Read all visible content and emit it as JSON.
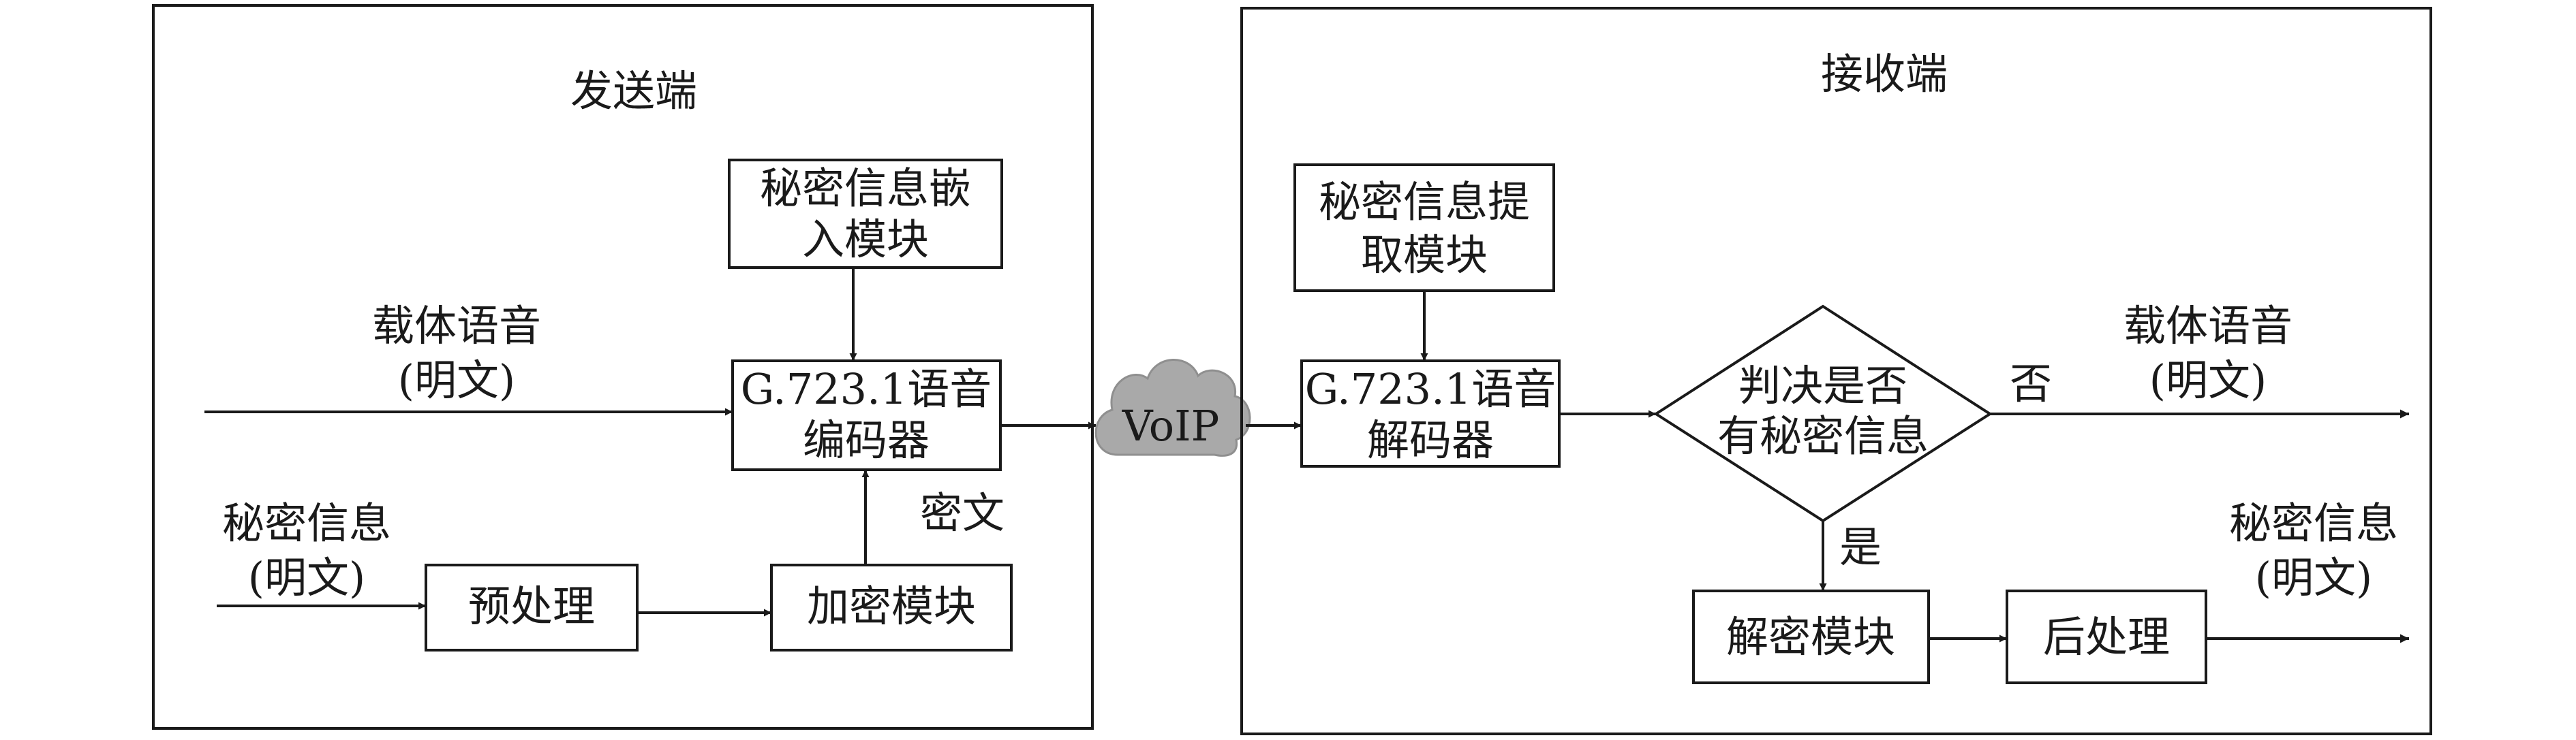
{
  "sender": {
    "title": "发送端",
    "embed_module": [
      "秘密信息嵌",
      "入模块"
    ],
    "carrier_input": [
      "载体语音",
      "(明文)"
    ],
    "encoder": [
      "G.723.1语音",
      "编码器"
    ],
    "secret_input": [
      "秘密信息",
      "(明文)"
    ],
    "preprocess": "预处理",
    "encrypt": "加密模块",
    "ciphertext": "密文"
  },
  "network": {
    "label": "VoIP"
  },
  "receiver": {
    "title": "接收端",
    "extract_module": [
      "秘密信息提",
      "取模块"
    ],
    "decoder": [
      "G.723.1语音",
      "解码器"
    ],
    "decision": [
      "判决是否",
      "有秘密信息"
    ],
    "no": "否",
    "yes": "是",
    "carrier_output": [
      "载体语音",
      "(明文)"
    ],
    "decrypt": "解密模块",
    "postprocess": "后处理",
    "secret_output": [
      "秘密信息",
      "(明文)"
    ]
  },
  "colors": {
    "stroke": "#1a1a1a",
    "cloud": "#a9a9a9"
  }
}
